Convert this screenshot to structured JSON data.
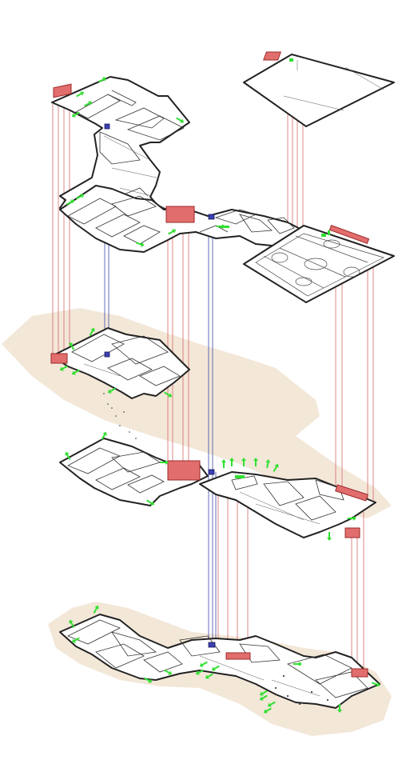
{
  "diagram": {
    "type": "exploded-axonometric-floor-plans",
    "levels": [
      {
        "id": "level-4",
        "parts": [
          "wing-floor",
          "roof-slab"
        ]
      },
      {
        "id": "level-3",
        "parts": [
          "wing-floor",
          "core-stair",
          "sports-hall"
        ]
      },
      {
        "id": "level-2",
        "parts": [
          "wing-floor"
        ]
      },
      {
        "id": "level-1",
        "parts": [
          "wing-floor",
          "core-stair",
          "east-block"
        ]
      },
      {
        "id": "level-0",
        "parts": [
          "ground-floor"
        ]
      }
    ],
    "colors": {
      "stair": "#e26d6d",
      "elevator": "#3b3fb0",
      "evacuation_arrow": "#2ee02e",
      "vertical_red": "#d46a6a",
      "vertical_blue": "#3a48a8",
      "ground": "#f3e7d8",
      "walls": "#222222"
    },
    "legend": []
  }
}
